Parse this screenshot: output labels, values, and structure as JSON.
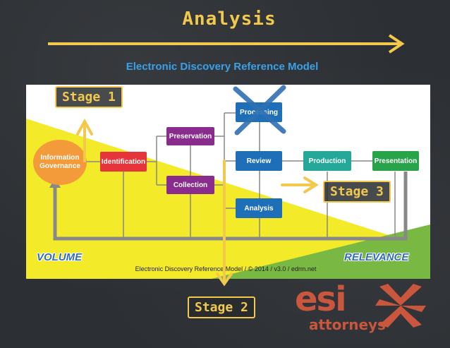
{
  "slide": {
    "title": "Analysis"
  },
  "diagram": {
    "title": "Electronic Discovery Reference Model",
    "footer": "Electronic Discovery Reference Model / © 2014 / v3.0 / edrm.net",
    "volume_label": "VOLUME",
    "relevance_label": "RELEVANCE",
    "nodes": {
      "information_governance": "Information Governance",
      "identification": "Identification",
      "preservation": "Preservation",
      "collection": "Collection",
      "processing": "Processing",
      "review": "Review",
      "analysis": "Analysis",
      "production": "Production",
      "presentation": "Presentation"
    }
  },
  "annotations": {
    "stage1": "Stage 1",
    "stage2": "Stage 2",
    "stage3": "Stage 3"
  },
  "logo": {
    "name": "esi",
    "tagline": "attorneys"
  },
  "colors": {
    "chalk": "#f2c94c",
    "title_blue": "#3aa0e8",
    "ig_orange": "#f39a3a",
    "identification_red": "#e5343b",
    "purple": "#8a2c8e",
    "blue": "#1f6fb8",
    "teal": "#24a89a",
    "green": "#27a34a",
    "volume_yellow": "#f3ea2a",
    "relevance_green": "#78b843",
    "logo": "#c9563d"
  }
}
